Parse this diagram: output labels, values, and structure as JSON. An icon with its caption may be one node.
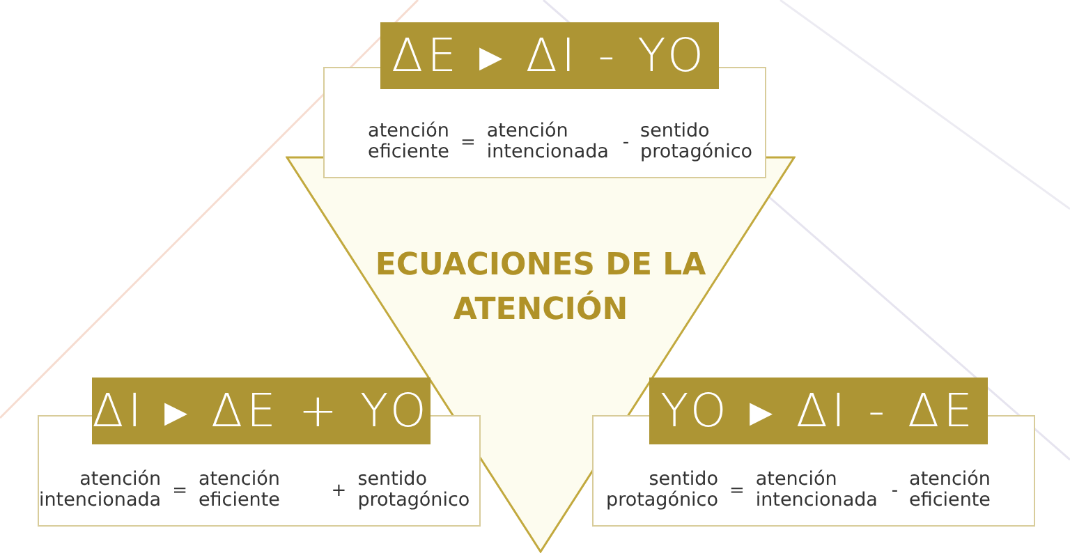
{
  "diagram": {
    "nodes": [
      {
        "text": [
          "ECUACIONES DE LA ATENCIÓN"
        ]
      },
      {
        "text": [
          "ΔE ▸ ΔI - YO",
          "atención eficiente",
          "=",
          "atención intencionada",
          "-",
          "sentido protagónico"
        ]
      },
      {
        "text": [
          "ΔI ▸ ΔE + YO",
          "atención intencionada",
          "=",
          "atención eficiente",
          "+",
          "sentido protagónico"
        ]
      },
      {
        "text": [
          "YO ▸ ΔI - ΔE",
          "sentido protagónico",
          "=",
          "atención intencionada",
          "-",
          "atención eficiente"
        ]
      }
    ]
  }
}
